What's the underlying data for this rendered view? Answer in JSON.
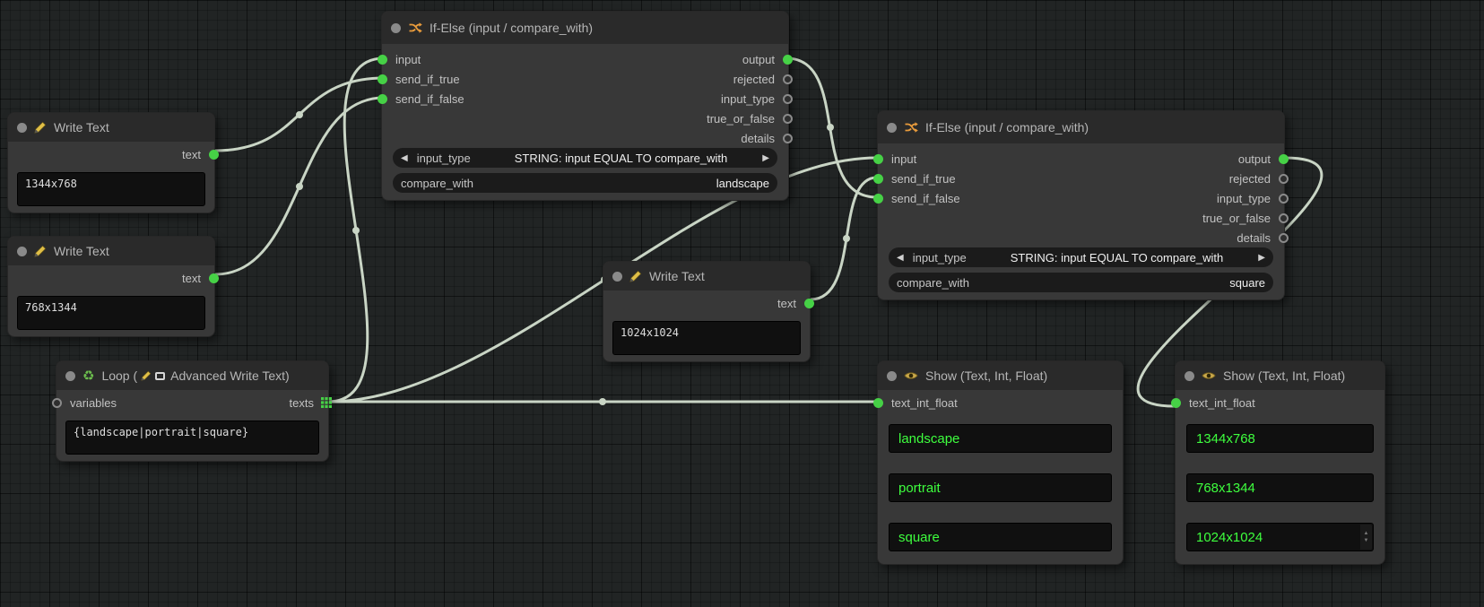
{
  "colors": {
    "accent-green": "#46d146",
    "value-green": "#3eff3e",
    "link": "#c9d5c5",
    "icon-orange": "#e89b3c"
  },
  "glyphs": {
    "combo_left": "◀",
    "combo_right": "▶",
    "spin_up": "▲",
    "spin_down": "▼"
  },
  "nodes": {
    "if_else_1": {
      "title": "If-Else (input / compare_with)",
      "inputs": [
        "input",
        "send_if_true",
        "send_if_false"
      ],
      "outputs": [
        "output",
        "rejected",
        "input_type",
        "true_or_false",
        "details"
      ],
      "combo": {
        "label": "input_type",
        "value": "STRING: input EQUAL TO compare_with"
      },
      "compare": {
        "label": "compare_with",
        "value": "landscape"
      }
    },
    "if_else_2": {
      "title": "If-Else (input / compare_with)",
      "inputs": [
        "input",
        "send_if_true",
        "send_if_false"
      ],
      "outputs": [
        "output",
        "rejected",
        "input_type",
        "true_or_false",
        "details"
      ],
      "combo": {
        "label": "input_type",
        "value": "STRING: input EQUAL TO compare_with"
      },
      "compare": {
        "label": "compare_with",
        "value": "square"
      }
    },
    "write_text_1": {
      "title": "Write Text",
      "output": "text",
      "value": "1344x768"
    },
    "write_text_2": {
      "title": "Write Text",
      "output": "text",
      "value": "768x1344"
    },
    "write_text_3": {
      "title": "Write Text",
      "output": "text",
      "value": "1024x1024"
    },
    "loop": {
      "title_prefix": "Loop (",
      "title_suffix": "Advanced Write Text)",
      "input": "variables",
      "output": "texts",
      "value": "{landscape|portrait|square}"
    },
    "show_1": {
      "title": "Show (Text, Int, Float)",
      "input": "text_int_float",
      "values": [
        "landscape",
        "portrait",
        "square"
      ]
    },
    "show_2": {
      "title": "Show (Text, Int, Float)",
      "input": "text_int_float",
      "values": [
        "1344x768",
        "768x1344",
        "1024x1024"
      ]
    }
  }
}
